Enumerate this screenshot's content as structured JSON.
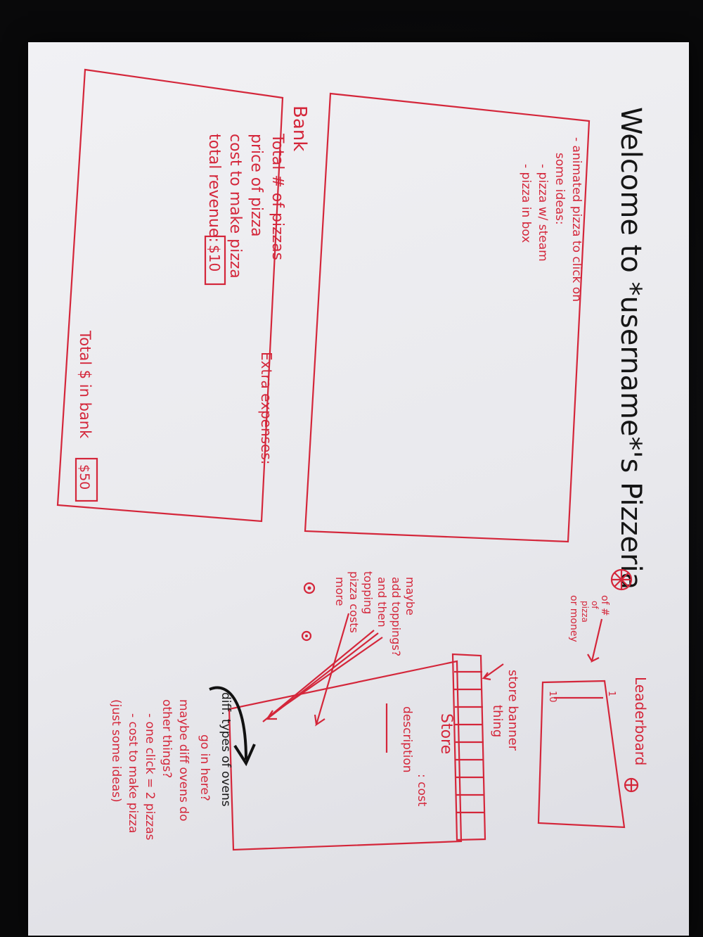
{
  "title": "Welcome to *username*'s Pizzeria",
  "main_panel": {
    "notes": [
      "- animated pizza to click on",
      "some ideas:",
      "- pizza w/ steam",
      "- pizza in box"
    ]
  },
  "bank": {
    "heading": "Bank",
    "lines": [
      "Total # of pizzas",
      "price of pizza",
      "cost to make pizza"
    ],
    "revenue_label": "total revenue:",
    "revenue_value": "$10",
    "extra_expenses_label": "Extra expenses:",
    "total_label": "Total $ in bank",
    "total_value": "$50"
  },
  "leaderboard": {
    "title": "Leaderboard",
    "rank_top": "1",
    "rank_bottom": "10",
    "note": [
      "of #",
      "of",
      "pizza",
      "or money"
    ]
  },
  "store": {
    "title": "Store",
    "banner_note": [
      "store banner",
      "thing"
    ],
    "item_label": ": cost",
    "description_label": "description",
    "toppings_note": [
      "maybe",
      "add toppings?",
      "and then",
      "topping",
      "pizza costs",
      "more"
    ]
  },
  "ovens": {
    "notes": [
      "diff. types of ovens",
      "go in here?",
      "maybe diff ovens do",
      "other things?",
      "- one click = 2 pizzas",
      "- cost to make pizza",
      "(just some ideas)"
    ]
  },
  "colors": {
    "ink_red": "#d4263a",
    "ink_black": "#151515",
    "paper": "#ececf0",
    "background": "#0b0b0c"
  },
  "icons": {
    "title_pizza": "pizza-icon",
    "leaderboard_pizza": "pizza-icon",
    "topping_doodles": "pepperoni-icon"
  }
}
